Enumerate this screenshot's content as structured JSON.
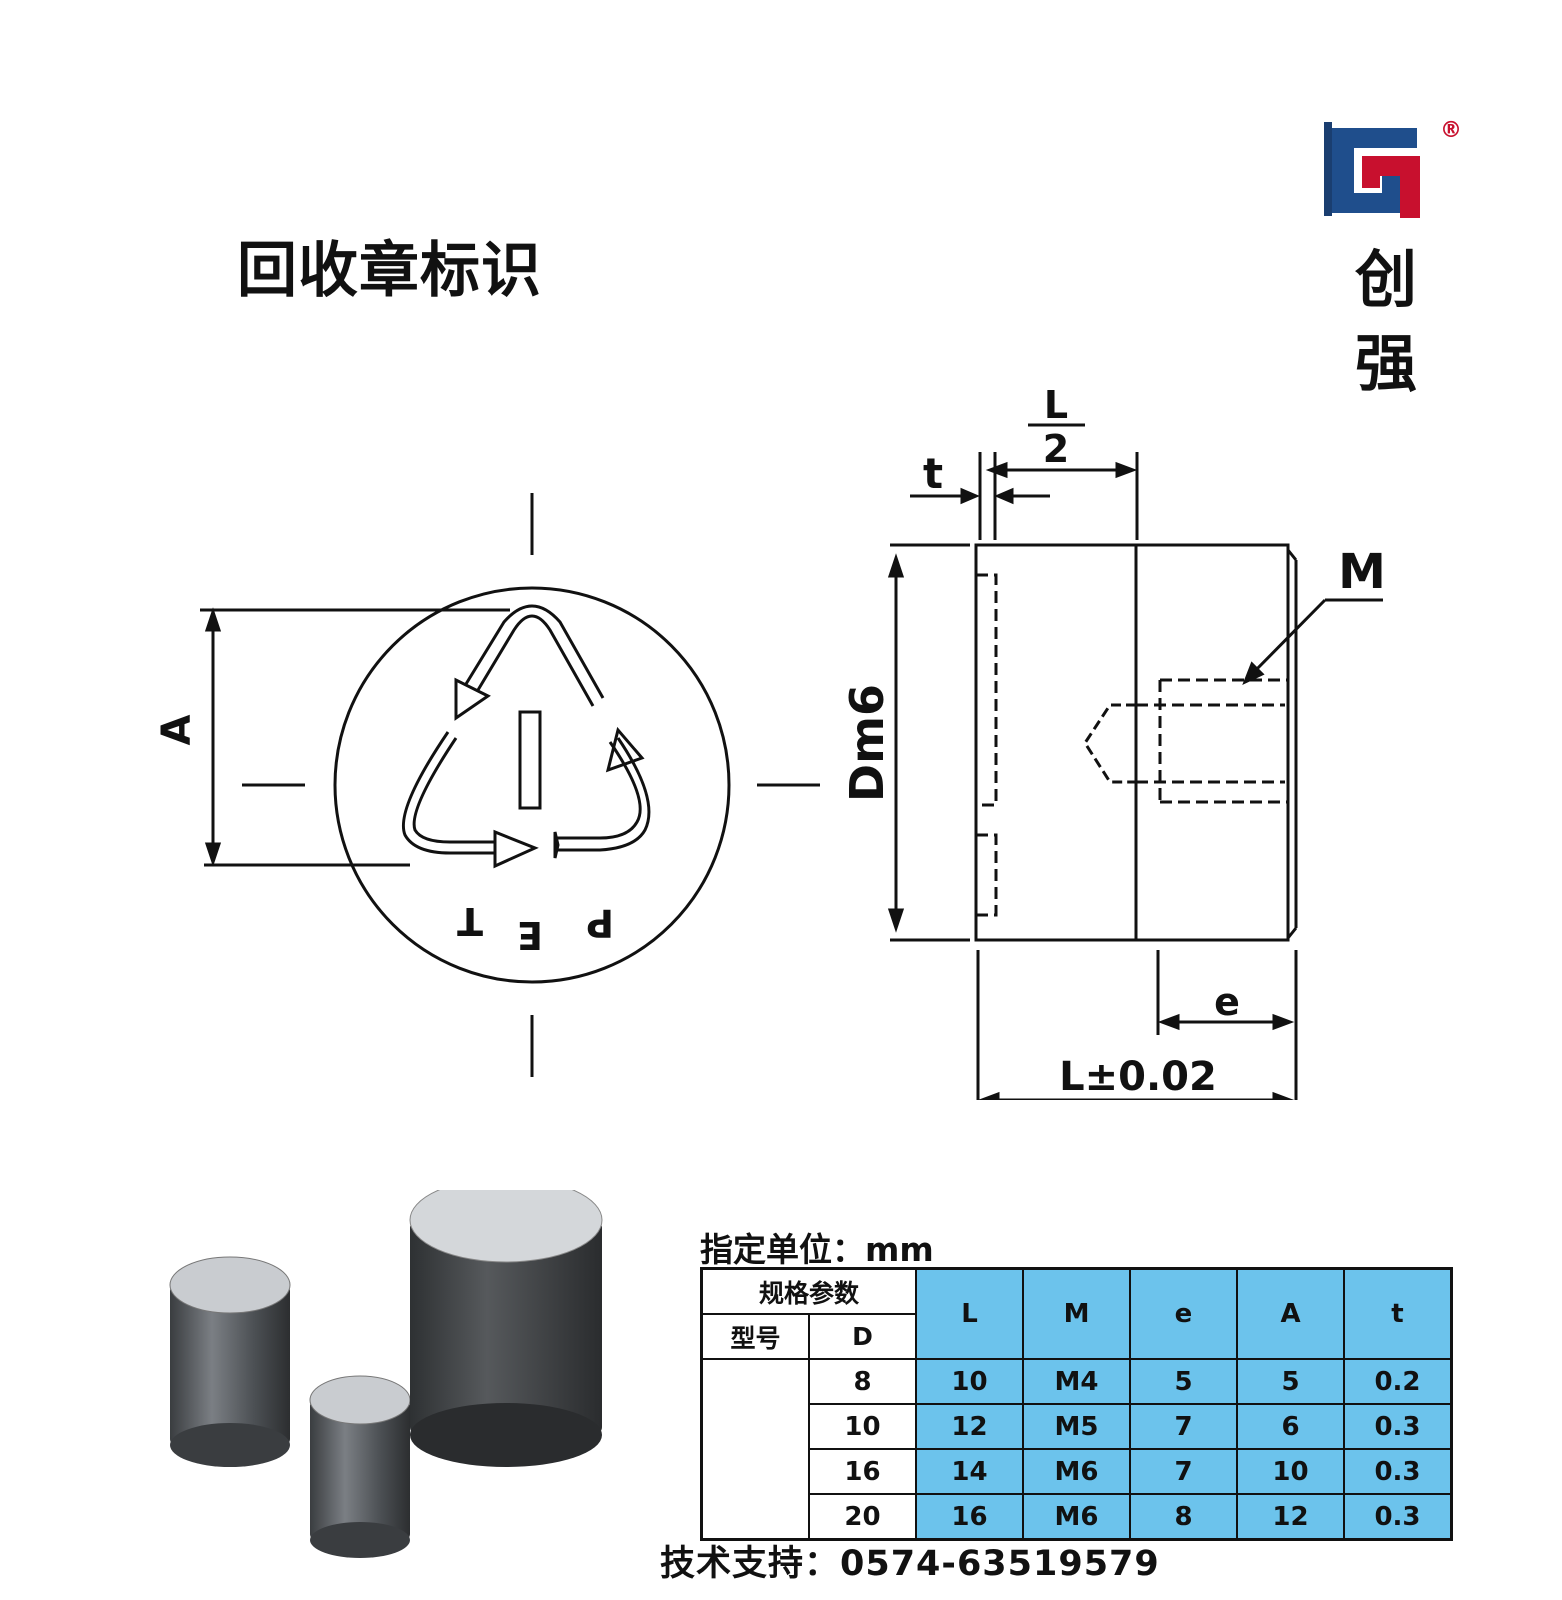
{
  "title": "回收章标识",
  "brand": {
    "name_line1": "创",
    "name_line2": "强",
    "registered_mark": "®",
    "accent": "#c8102e",
    "logo_color": "#1f4e8c"
  },
  "front_view": {
    "label_A": "A",
    "letters": [
      "P",
      "E",
      "T"
    ],
    "center_mark": "1"
  },
  "side_view": {
    "label_t": "t",
    "label_L_num": "L",
    "label_L_den": "2",
    "label_M": "M",
    "label_Dm6": "Dm6",
    "label_e": "e",
    "label_L_tol": "L±0.02"
  },
  "spec": {
    "unit_label": "指定单位：mm",
    "header_params": "规格参数",
    "header_model": "型号",
    "header_D": "D",
    "columns": [
      "L",
      "M",
      "e",
      "A",
      "t"
    ],
    "rows": [
      {
        "D": "8",
        "L": "10",
        "M": "M4",
        "e": "5",
        "A": "5",
        "t": "0.2"
      },
      {
        "D": "10",
        "L": "12",
        "M": "M5",
        "e": "7",
        "A": "6",
        "t": "0.3"
      },
      {
        "D": "16",
        "L": "14",
        "M": "M6",
        "e": "7",
        "A": "10",
        "t": "0.3"
      },
      {
        "D": "20",
        "L": "16",
        "M": "M6",
        "e": "8",
        "A": "12",
        "t": "0.3"
      }
    ],
    "header_color": "#6cc3ec"
  },
  "support": "技术支持：0574-63519579"
}
